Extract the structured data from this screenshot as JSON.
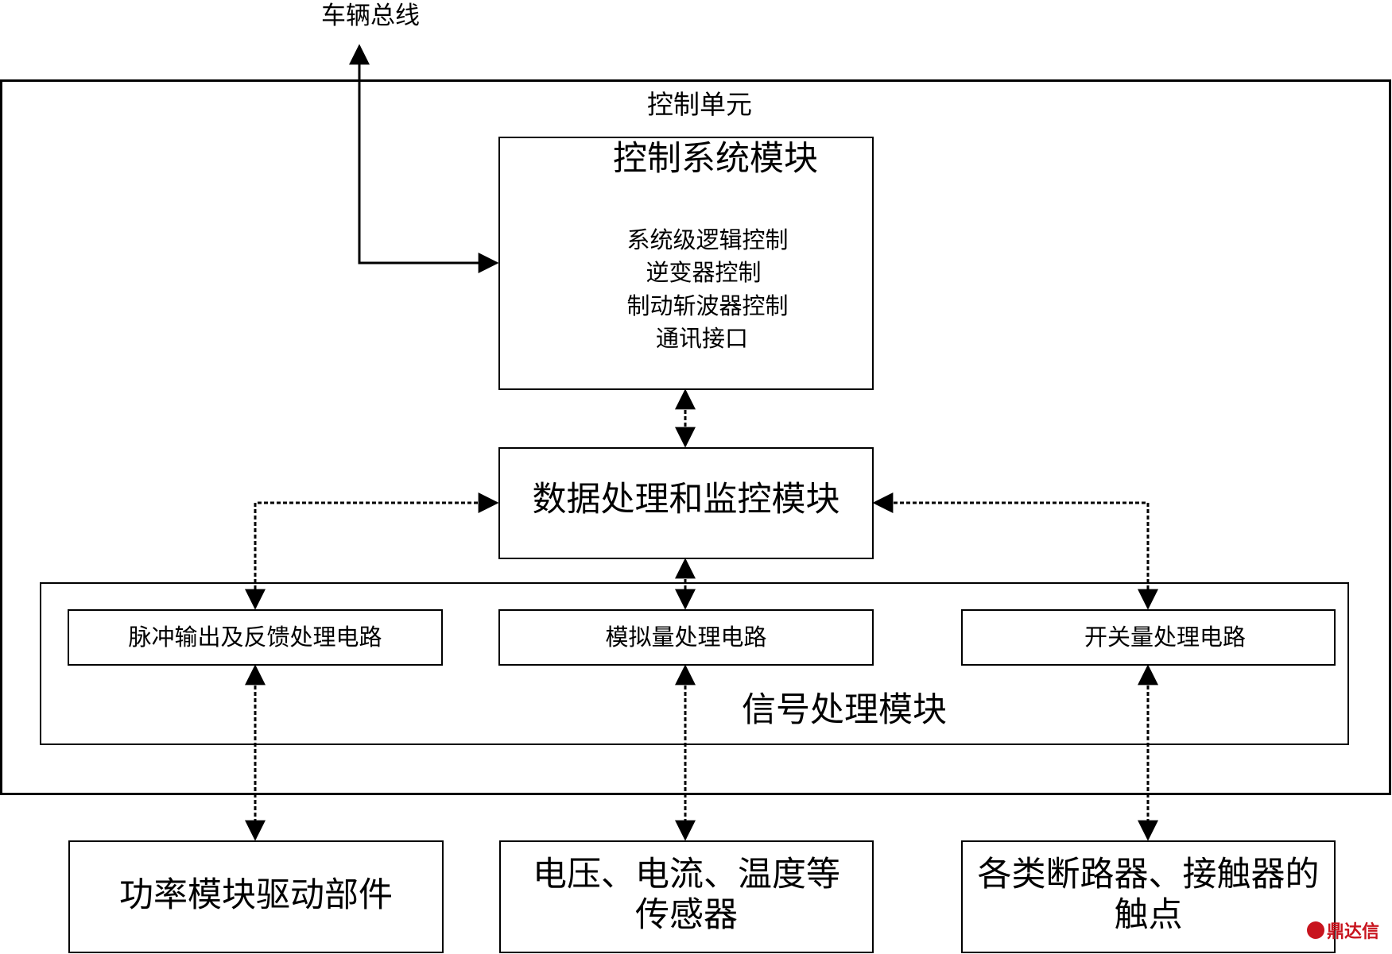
{
  "bus_label": "车辆总线",
  "control_unit": {
    "label": "控制单元",
    "control_system_module": {
      "title": "控制系统模块",
      "items": [
        "系统级逻辑控制",
        "逆变器控制",
        "制动斩波器控制",
        "通讯接口"
      ]
    },
    "data_processing_module": {
      "title": "数据处理和监控模块"
    },
    "signal_processing_module": {
      "title": "信号处理模块",
      "circuits": [
        "脉冲输出及反馈处理电路",
        "模拟量处理电路",
        "开关量处理电路"
      ]
    }
  },
  "external": [
    {
      "lines": [
        "功率模块驱动部件"
      ]
    },
    {
      "lines": [
        "电压、电流、温度等",
        "传感器"
      ]
    },
    {
      "lines": [
        "各类断路器、接触器的",
        "触点"
      ]
    }
  ],
  "watermark": "鼎达信"
}
